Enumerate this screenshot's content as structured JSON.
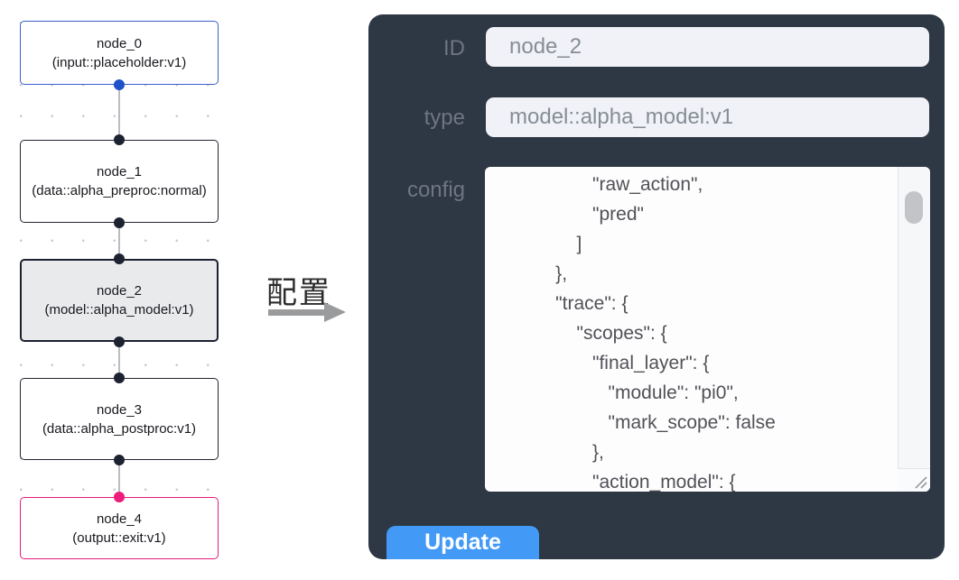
{
  "flow": {
    "nodes": [
      {
        "id": "node_0",
        "type_label": "(input::placeholder:v1)",
        "accent": "blue"
      },
      {
        "id": "node_1",
        "type_label": "(data::alpha_preproc:normal)",
        "accent": "none"
      },
      {
        "id": "node_2",
        "type_label": "(model::alpha_model:v1)",
        "accent": "selected"
      },
      {
        "id": "node_3",
        "type_label": "(data::alpha_postproc:v1)",
        "accent": "none"
      },
      {
        "id": "node_4",
        "type_label": "(output::exit:v1)",
        "accent": "pink"
      }
    ]
  },
  "transition": {
    "label": "配置"
  },
  "panel": {
    "id_label": "ID",
    "id_value": "node_2",
    "type_label": "type",
    "type_value": "model::alpha_model:v1",
    "config_label": "config",
    "config_text": "                  \"raw_action\",\n                  \"pred\"\n               ]\n           },\n           \"trace\": {\n               \"scopes\": {\n                  \"final_layer\": {\n                     \"module\": \"pi0\",\n                     \"mark_scope\": false\n                  },\n                  \"action_model\": {",
    "update_label": "Update"
  },
  "colors": {
    "panel_bg": "#2e3744",
    "button_blue": "#439af6",
    "node_input_border": "#3c5ecb",
    "node_output_border": "#e7197b",
    "selected_node_bg": "#e9eaec",
    "port_blue": "#1f52c9",
    "port_pink": "#ee1c7c",
    "port_dark": "#1d2231"
  }
}
